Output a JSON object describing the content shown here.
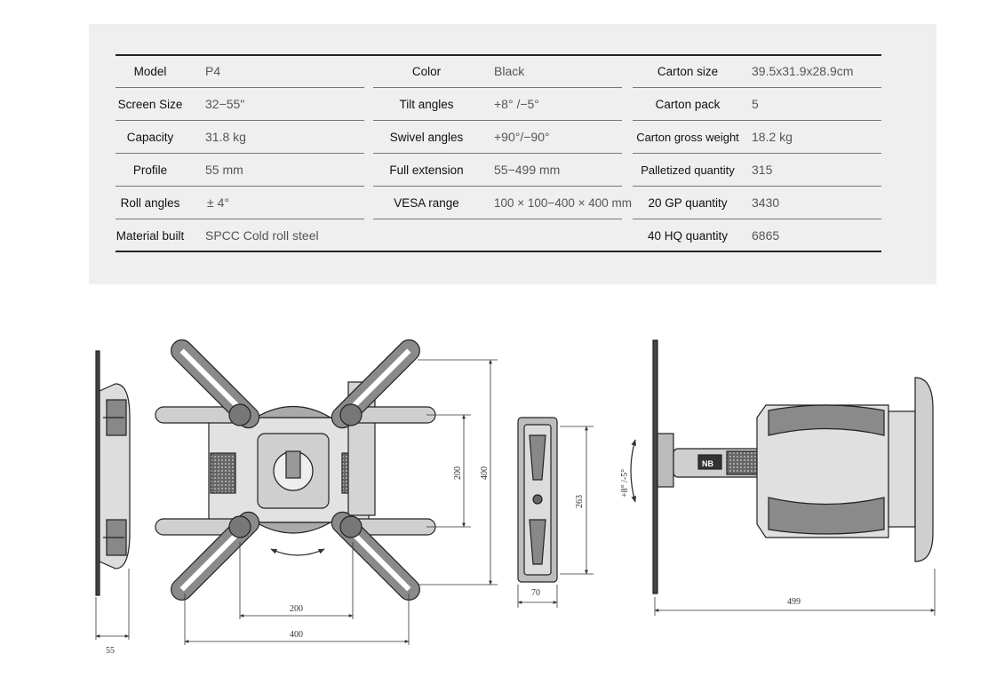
{
  "specs": {
    "col1": [
      {
        "label": "Model",
        "value": "P4"
      },
      {
        "label": "Screen Size",
        "value": "32−55\""
      },
      {
        "label": "Capacity",
        "value": "31.8 kg"
      },
      {
        "label": "Profile",
        "value": "55 mm"
      },
      {
        "label": "Roll angles",
        "value": "± 4°"
      },
      {
        "label": "Material built",
        "value": "SPCC Cold roll steel"
      }
    ],
    "col2": [
      {
        "label": "Color",
        "value": "Black"
      },
      {
        "label": "Tilt angles",
        "value": "+8°  /−5°"
      },
      {
        "label": "Swivel angles",
        "value": "+90°/−90°"
      },
      {
        "label": "Full extension",
        "value": "55−499 mm"
      },
      {
        "label": "VESA range",
        "value": "100 × 100−400 × 400 mm"
      }
    ],
    "col3": [
      {
        "label": "Carton size",
        "value": "39.5x31.9x28.9cm"
      },
      {
        "label": "Carton pack",
        "value": "5"
      },
      {
        "label": "Carton gross weight",
        "value": "18.2 kg"
      },
      {
        "label": "Palletized quantity",
        "value": "315"
      },
      {
        "label": "20 GP quantity",
        "value": "3430"
      },
      {
        "label": "40 HQ quantity",
        "value": "6865"
      }
    ]
  },
  "dimensions": {
    "profile_depth": "55",
    "vesa_inner_width": "200",
    "vesa_outer_width": "400",
    "vesa_inner_height": "200",
    "vesa_outer_height": "400",
    "arm_height": "263",
    "arm_width": "70",
    "full_extension": "499",
    "tilt": "+8° /-5°"
  },
  "logo": {
    "text": "NB"
  }
}
